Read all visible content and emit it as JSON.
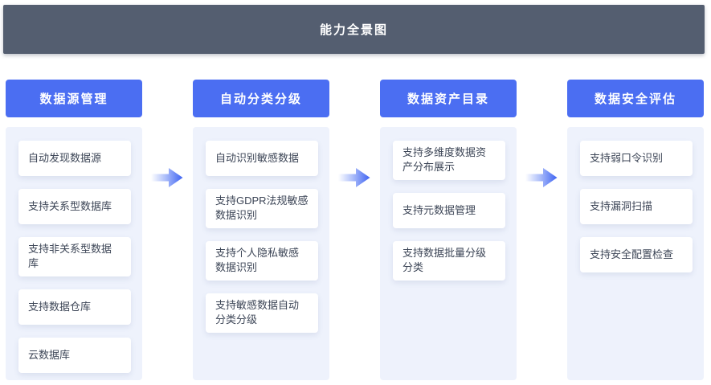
{
  "banner": {
    "title": "能力全景图"
  },
  "colors": {
    "banner_bg": "#545e70",
    "header_bg": "#4b6ef2",
    "panel_bg": "#eef2fc",
    "card_bg": "#ffffff",
    "card_text": "#3d4657",
    "arrow_gradient_start": "#ffffff",
    "arrow_gradient_end": "#3e63f2"
  },
  "columns": [
    {
      "title": "数据源管理",
      "items": [
        "自动发现数据源",
        "支持关系型数据库",
        "支持非关系型数据库",
        "支持数据仓库",
        "云数据库"
      ]
    },
    {
      "title": "自动分类分级",
      "items": [
        "自动识别敏感数据",
        "支持GDPR法规敏感数据识别",
        "支持个人隐私敏感数据识别",
        "支持敏感数据自动分类分级"
      ]
    },
    {
      "title": "数据资产目录",
      "items": [
        "支持多维度数据资产分布展示",
        "支持元数据管理",
        "支持数据批量分级分类"
      ]
    },
    {
      "title": "数据安全评估",
      "items": [
        "支持弱口令识别",
        "支持漏洞扫描",
        "支持安全配置检查"
      ]
    }
  ],
  "arrows": [
    {
      "name": "flow-arrow-1"
    },
    {
      "name": "flow-arrow-2"
    },
    {
      "name": "flow-arrow-3"
    }
  ]
}
